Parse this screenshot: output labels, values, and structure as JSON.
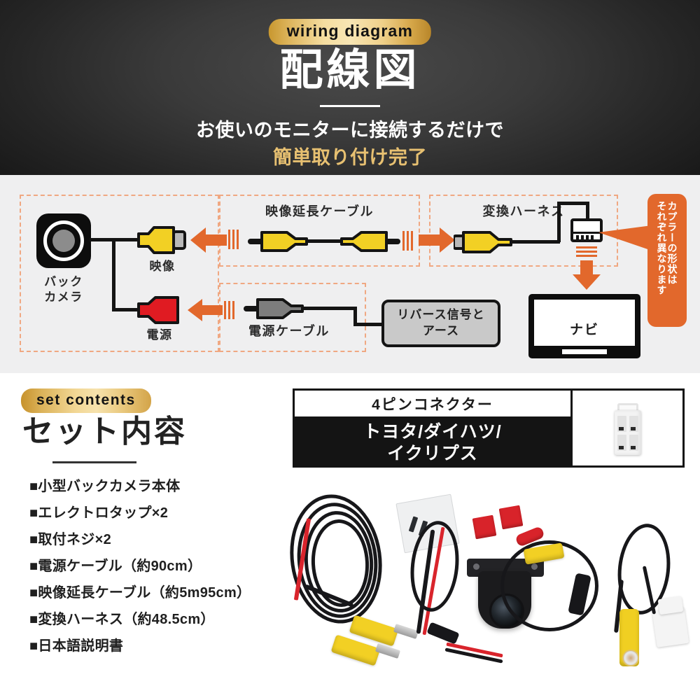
{
  "hero": {
    "badge": "wiring diagram",
    "title": "配線図",
    "subtitle_line1": "お使いのモニターに接続するだけで",
    "subtitle_line2": "簡単取り付け完了",
    "accent_gold": "#e7c071",
    "background": "#2b2b2b"
  },
  "diagram": {
    "background": "#efeff0",
    "dash_color": "#f0a882",
    "arrow_color": "#e2682c",
    "camera": {
      "label_line1": "バック",
      "label_line2": "カメラ",
      "video_port_label": "映像",
      "power_port_label": "電源",
      "video_plug_color": "#f2d024",
      "power_plug_color": "#e01b22"
    },
    "video_cable": {
      "label": "映像延長ケーブル",
      "plug_color": "#f2d024"
    },
    "power_cable": {
      "label": "電源ケーブル",
      "plug_color": "#7d7d7d"
    },
    "harness": {
      "label": "変換ハーネス",
      "plug_color": "#f2d024"
    },
    "reverse_box": {
      "line1": "リバース信号と",
      "line2": "アース"
    },
    "navi": {
      "label": "ナビ"
    },
    "callout": {
      "col_right": "カプラーの形状は",
      "col_left": "それぞれ異なります"
    }
  },
  "set_contents": {
    "badge": "set contents",
    "title": "セット内容",
    "items": [
      "小型バックカメラ本体",
      "エレクトロタップ×2",
      "取付ネジ×2",
      "電源ケーブル（約90cm）",
      "映像延長ケーブル（約5m95cm）",
      "変換ハーネス（約48.5cm）",
      "日本語説明書"
    ],
    "bullet": "■",
    "connector_table": {
      "header": "4ピンコネクター",
      "brands_line1": "トヨタ/ダイハツ/",
      "brands_line2": "イクリプス"
    }
  }
}
